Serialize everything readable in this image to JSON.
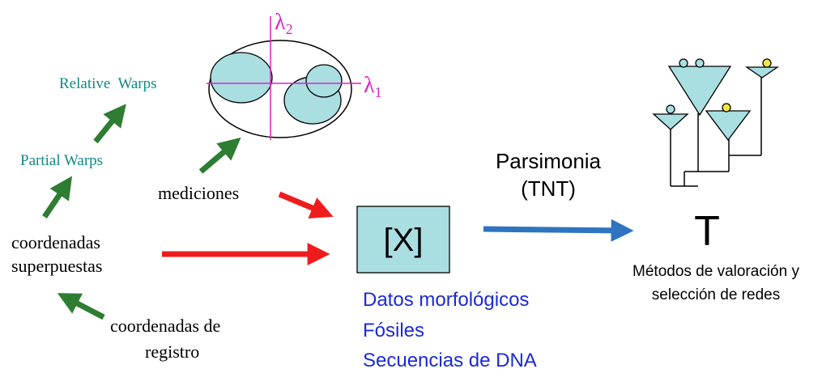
{
  "labels": {
    "relative_warps": "Relative  Warps",
    "partial_warps": "Partial Warps",
    "mediciones": "mediciones",
    "coord_sup_1": "coordenadas",
    "coord_sup_2": "superpuestas",
    "coord_reg_1": "coordenadas de",
    "coord_reg_2": "registro",
    "lambda2": "λ",
    "lambda2_sub": "2",
    "lambda1": "λ",
    "lambda1_sub": "1",
    "matrix": "[X]",
    "parsimonia_1": "Parsimonia",
    "parsimonia_2": "(TNT)",
    "tree_label": "T",
    "metodos_1": "Métodos de valoración y",
    "metodos_2": "selección de redes",
    "data_1": "Datos morfológicos",
    "data_2": "Fósiles",
    "data_3": "Secuencias de DNA"
  },
  "colors": {
    "teal_text": "#0e8a84",
    "green_arrow": "#2e7d32",
    "red_arrow": "#ee1c1c",
    "blue_arrow": "#2e74c0",
    "blue_text": "#1a2ad8",
    "magenta": "#e020c8",
    "cyan_fill": "#aadfe2",
    "yellow_dot": "#f2e93c"
  }
}
